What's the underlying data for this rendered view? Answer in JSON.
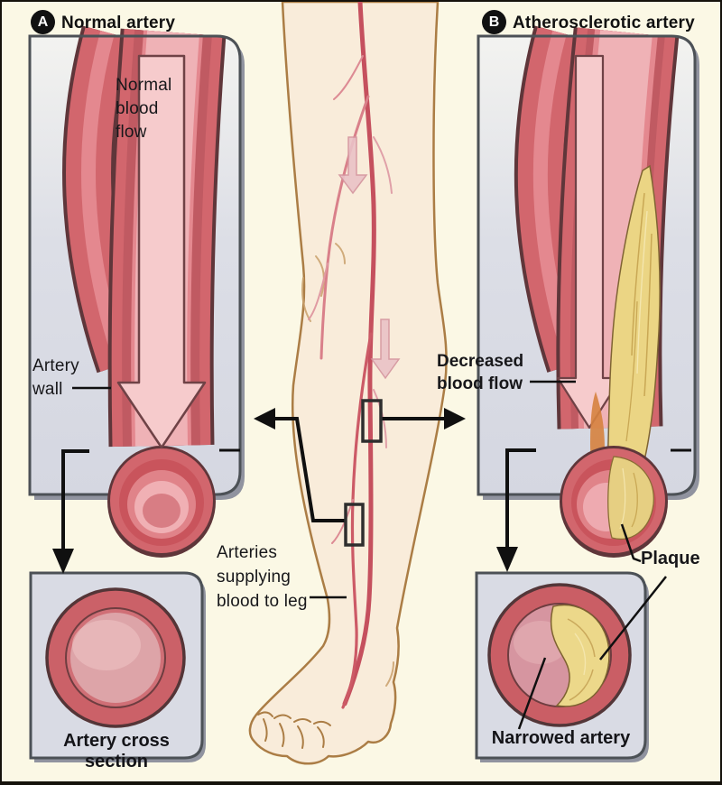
{
  "figure": {
    "type": "medical-diagram",
    "subject": "Peripheral artery disease: normal vs atherosclerotic artery of the leg"
  },
  "panel_a": {
    "badge": "A",
    "title": "Normal artery",
    "flow_label": "Normal\nblood\nflow",
    "wall_label": "Artery\nwall",
    "cross_section_caption": "Artery cross section"
  },
  "panel_b": {
    "badge": "B",
    "title": "Atherosclerotic artery",
    "flow_label": "Decreased\nblood flow",
    "plaque_label": "Plaque",
    "cross_section_caption": "Narrowed artery"
  },
  "leg": {
    "supply_label": "Arteries\nsupplying\nblood to leg"
  },
  "colors": {
    "page_background": "#fbf8e5",
    "page_border": "#15120c",
    "panel_background_top": "#f3f3f0",
    "panel_background_bottom": "#d5d7e1",
    "panel_border": "#4c5156",
    "artery_wall_red": "#d2666d",
    "artery_wall_dark": "#c05a62",
    "artery_outline": "#5f363a",
    "lumen_pink": "#efb2b6",
    "flow_arrow_pink": "#f6cbcc",
    "plaque_yellow": "#ebd584",
    "plaque_streak": "#c9a855",
    "plaque_orange": "#d6823f",
    "skin": "#f9ecda",
    "skin_outline": "#ab7d45",
    "leg_artery_red": "#c5505e",
    "connector_black": "#101010",
    "text": "#17171a"
  }
}
